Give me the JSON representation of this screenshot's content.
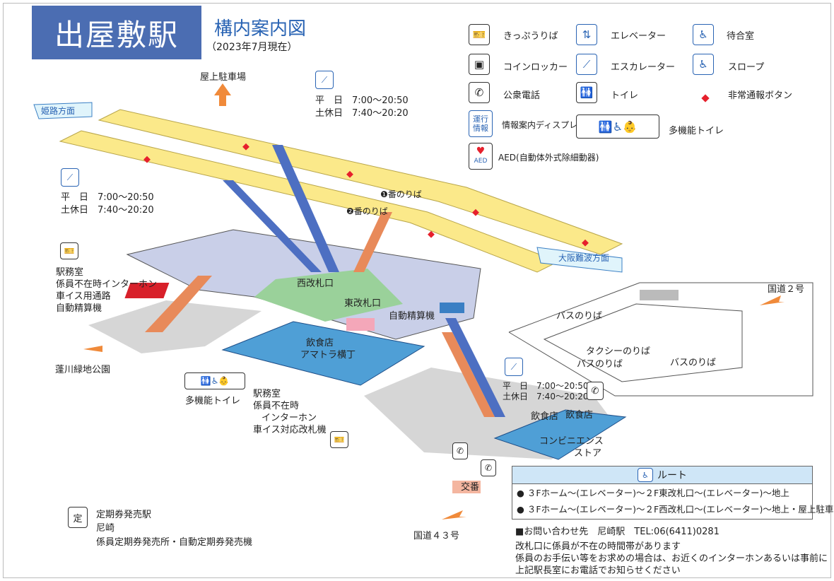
{
  "header": {
    "station_name": "出屋敷駅",
    "map_title": "構内案内図",
    "date_note": "（2023年7月現在）"
  },
  "legend": {
    "ticket": "きっぷうりば",
    "elevator": "エレベーター",
    "waiting_room": "待合室",
    "locker": "コインロッカー",
    "escalator": "エスカレーター",
    "slope": "スロープ",
    "phone": "公衆電話",
    "toilet": "トイレ",
    "emergency": "非常通報ボタン",
    "info_display_icon_line1": "運行",
    "info_display_icon_line2": "情報",
    "info_display": "情報案内ディスプレイ",
    "multi_toilet": "多機能トイレ",
    "aed_icon_label": "AED",
    "aed": "AED(自動体外式除細動器)"
  },
  "map": {
    "parking_roof": "屋上駐車場",
    "dir_west": "姫路方面",
    "dir_east": "大阪難波方面",
    "platform_1": "❶番のりば",
    "platform_2": "❷番のりば",
    "escalator_a_weekday": "平　日　7:00～20:50",
    "escalator_a_holiday": "土休日　7:40～20:20",
    "escalator_b_weekday": "平　日　7:00～20:50",
    "escalator_b_holiday": "土休日　7:40～20:20",
    "escalator_c_weekday": "平　日　7:00～20:50",
    "escalator_c_holiday": "土休日　7:40～20:20",
    "west_gate": "西改札口",
    "east_gate": "東改札口",
    "auto_fare": "自動精算機",
    "west_office_1": "駅務室",
    "west_office_2": "係員不在時インターホン",
    "west_office_3": "車イス用通路",
    "west_office_4": "自動精算機",
    "east_office_1": "駅務室",
    "east_office_2": "係員不在時",
    "east_office_3": "インターホン",
    "east_office_4": "車イス対応改札機",
    "restaurant_1": "飲食店",
    "restaurant_2": "アマトラ横丁",
    "multi_toilet_label": "多機能トイレ",
    "park": "蓬川緑地公園",
    "bus_1": "バスのりば",
    "bus_2": "バスのりば",
    "bus_3": "バスのりば",
    "taxi": "タクシーのりば",
    "route2": "国道２号",
    "route43": "国道４３号",
    "koban": "交番",
    "shop_a": "飲食店",
    "shop_b": "飲食店",
    "conveni_1": "コンビニエンス",
    "conveni_2": "ストア"
  },
  "route": {
    "heading": "ルート",
    "line1": "３Fホーム～(エレベーター)～２F東改札口～(エレベーター)～地上",
    "line2": "３Fホーム～(エレベーター)～２F西改札口～(エレベーター)～地上・屋上駐車場"
  },
  "footer": {
    "teiki_1": "定期券発売駅",
    "teiki_2": "尼崎",
    "teiki_3": "係員定期券発売所・自動定期券発売機",
    "contact": "■お問い合わせ先　尼崎駅　TEL:06(6411)0281",
    "note1": "改札口に係員が不在の時間帯があります",
    "note2": "係員のお手伝い等をお求めの場合は、お近くのインターホンあるいは事前に",
    "note3": "上記駅長室にお電話でお知らせください"
  },
  "colors": {
    "title_bg": "#4b6db2",
    "platform": "#fbe98a",
    "concourse": "#c9cfe8",
    "ground": "#d6d6d6",
    "shop": "#4f9fd6",
    "gate_area": "#9ad19a",
    "escalator": "#4d6fc2",
    "stairs": "#e88a5a",
    "emergency": "#e6202c"
  }
}
